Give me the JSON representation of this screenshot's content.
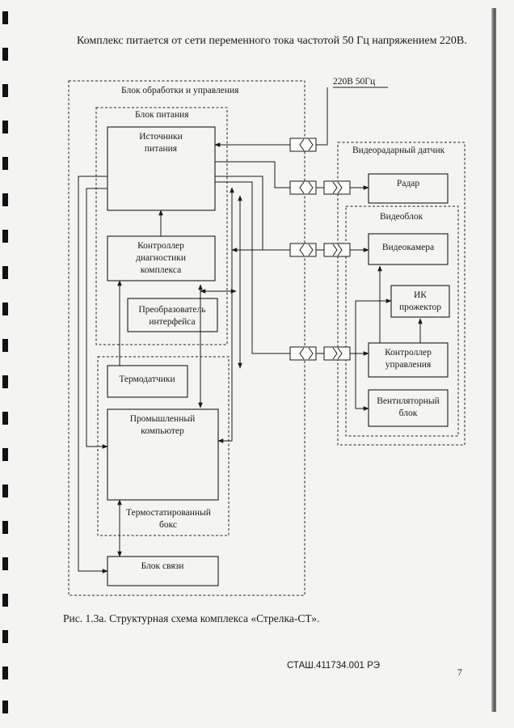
{
  "intro_text": "Комплекс питается от сети переменного тока частотой 50 Гц напряжением 220В.",
  "caption": "Рис. 1.3а. Структурная схема комплекса «Стрелка-СТ».",
  "doc_number": "СТАШ.411734.001 РЭ",
  "page_number": "7",
  "diagram": {
    "power_input_label": "220В 50Гц",
    "group_processing": "Блок обработки и управления",
    "group_power": "Блок питания",
    "group_video_radar": "Видеорадарный датчик",
    "group_video_block": "Видеоблок",
    "group_thermo_box_line1": "Термостатированный",
    "group_thermo_box_line2": "бокс",
    "block_power_sources_line1": "Источники",
    "block_power_sources_line2": "питания",
    "block_diag_ctrl_line1": "Контроллер",
    "block_diag_ctrl_line2": "диагностики",
    "block_diag_ctrl_line3": "комплекса",
    "block_iface_conv_line1": "Преобразователь",
    "block_iface_conv_line2": "интерфейса",
    "block_thermo_sensors": "Термодатчики",
    "block_ind_pc_line1": "Промышленный",
    "block_ind_pc_line2": "компьютер",
    "block_comm": "Блок связи",
    "block_radar": "Радар",
    "block_camera": "Видеокамера",
    "block_ir_line1": "ИК",
    "block_ir_line2": "прожектор",
    "block_ctrl_line1": "Контроллер",
    "block_ctrl_line2": "управления",
    "block_fan_line1": "Вентиляторный",
    "block_fan_line2": "блок"
  }
}
